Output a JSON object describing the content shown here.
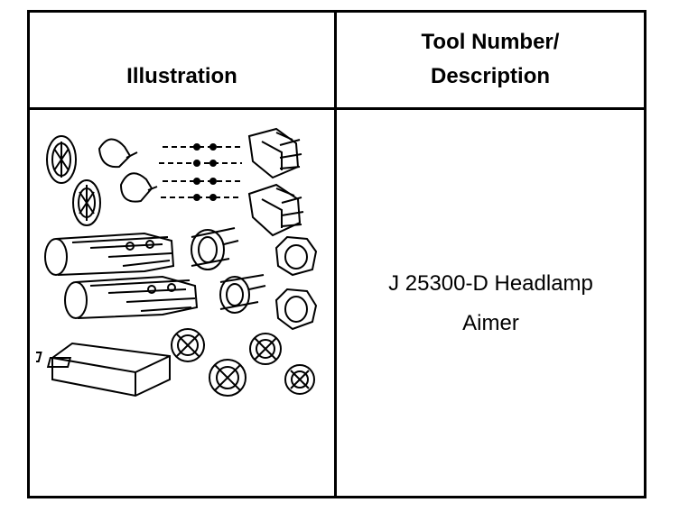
{
  "table": {
    "headers": {
      "illustration": "Illustration",
      "tool_line1": "Tool Number/",
      "tool_line2": "Description"
    },
    "rows": [
      {
        "illustration_icon": "headlamp-aimer-kit-icon",
        "description_line1": "J 25300-D Headlamp",
        "description_line2": "Aimer"
      }
    ]
  }
}
